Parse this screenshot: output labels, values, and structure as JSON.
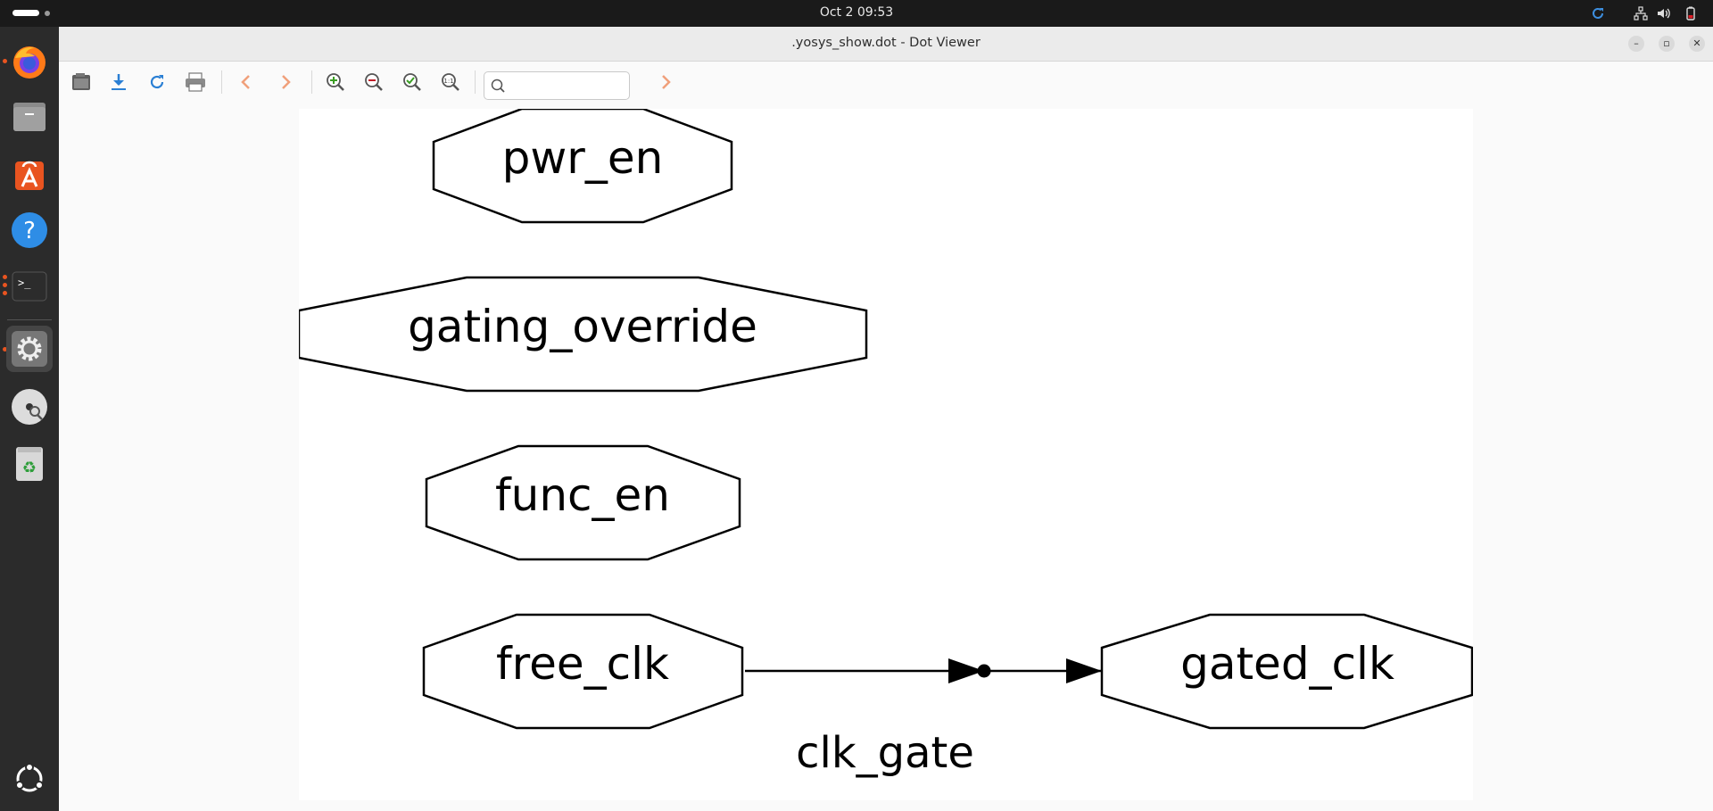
{
  "topbar": {
    "clock": "Oct 2  09:53"
  },
  "window": {
    "title": ".yosys_show.dot - Dot Viewer"
  },
  "toolbar": {
    "search": {
      "value": "",
      "placeholder": ""
    }
  },
  "graph": {
    "nodes": [
      {
        "id": "pwr_en",
        "label": "pwr_en"
      },
      {
        "id": "gating_override",
        "label": "gating_override"
      },
      {
        "id": "func_en",
        "label": "func_en"
      },
      {
        "id": "free_clk",
        "label": "free_clk"
      },
      {
        "id": "gated_clk",
        "label": "gated_clk"
      }
    ],
    "edge_label": "clk_gate",
    "edges": [
      {
        "from": "free_clk",
        "to": "gated_clk",
        "label": "clk_gate"
      }
    ]
  },
  "colors": {
    "accent": "#e95420",
    "icon_blue": "#2a7fd4",
    "icon_green": "#3a9d23",
    "icon_red": "#c01c28",
    "nav_arrow": "#f0a07a"
  }
}
